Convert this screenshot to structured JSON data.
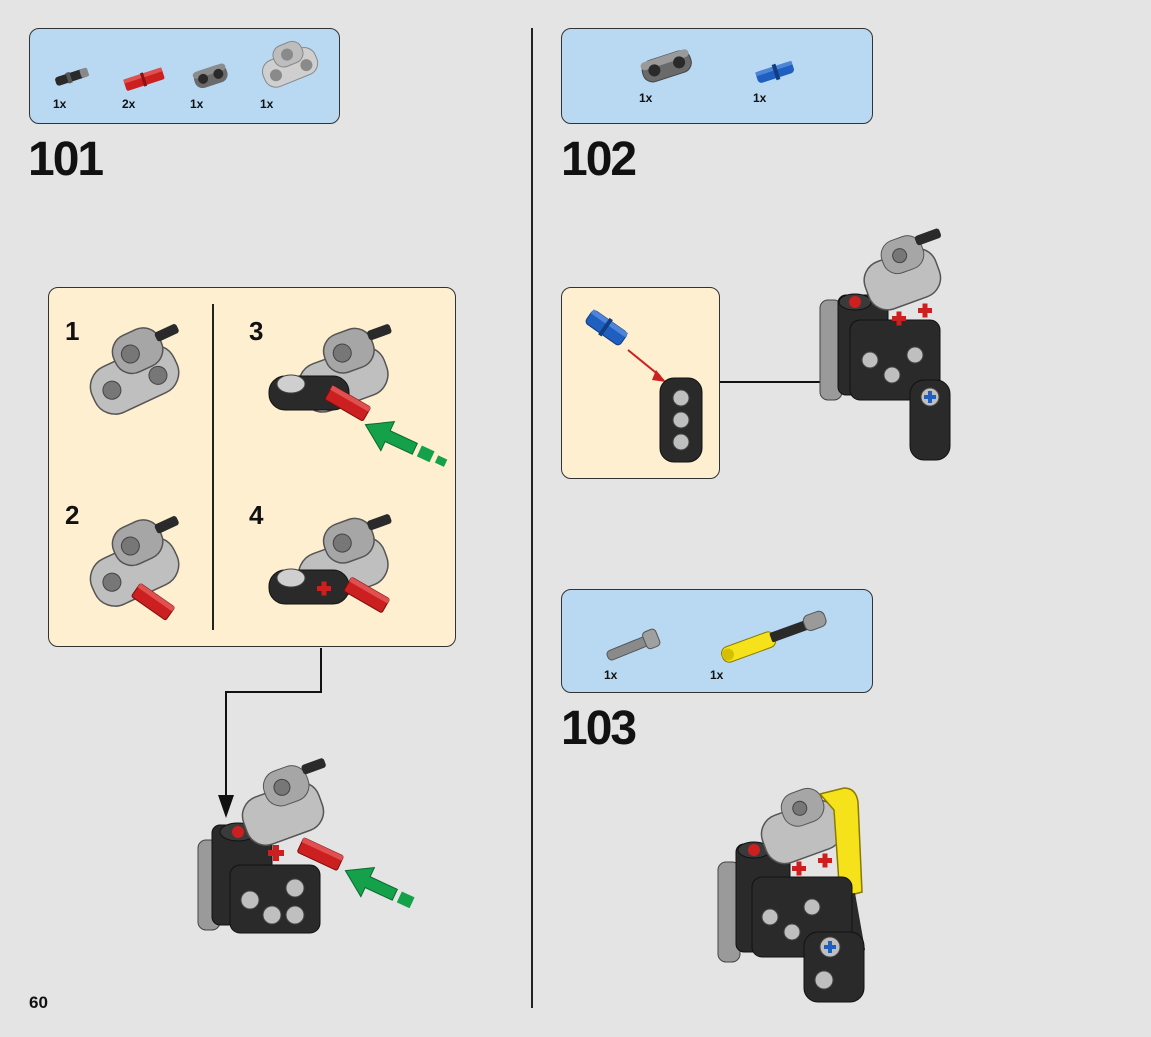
{
  "page_number": "60",
  "steps": [
    {
      "number": "101",
      "parts": [
        "1x",
        "2x",
        "1x",
        "1x"
      ],
      "substeps": [
        "1",
        "2",
        "3",
        "4"
      ]
    },
    {
      "number": "102",
      "parts": [
        "1x",
        "1x"
      ]
    },
    {
      "number": "103",
      "parts": [
        "1x",
        "1x"
      ]
    }
  ],
  "colors": {
    "background": "#e4e4e4",
    "parts_box": "#b9d9f2",
    "substep_box": "#fdefcf",
    "red_part": "#cc1f1f",
    "blue_part": "#1f5fbf",
    "yellow_part": "#f5e21a",
    "arrow_green": "#15a04a",
    "black_part": "#2a2a2a",
    "gray_part": "#a8a8a8"
  }
}
